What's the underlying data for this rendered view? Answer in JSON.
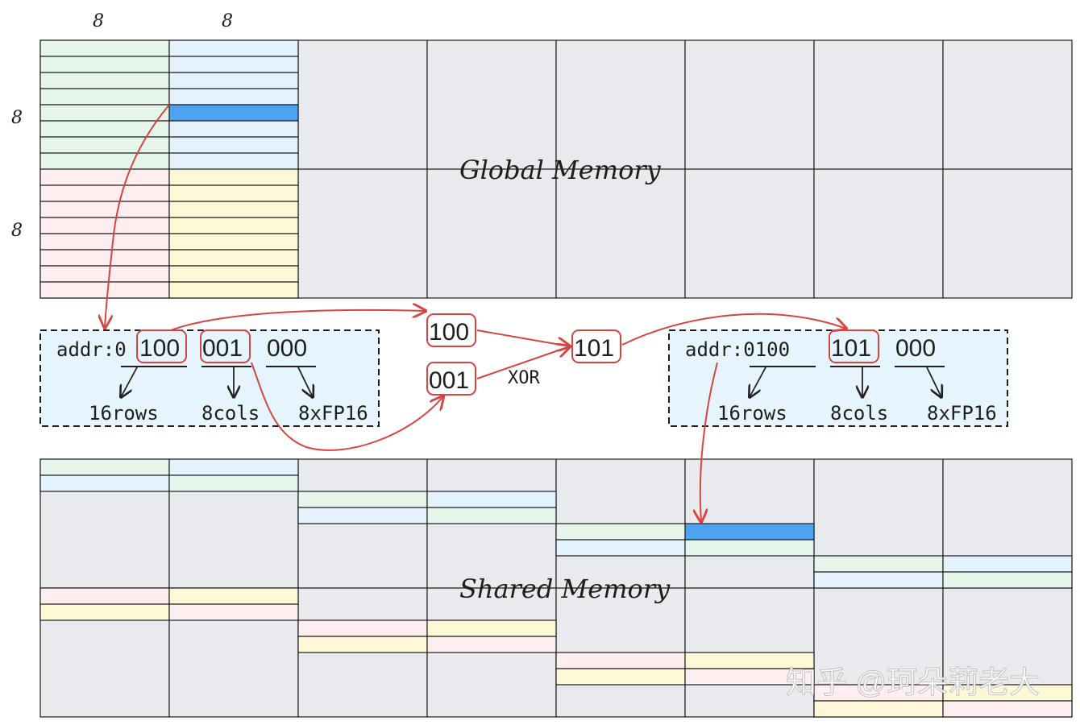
{
  "dimension_labels": {
    "top_col1": "8",
    "top_col2": "8",
    "left_row1": "8",
    "left_row2": "8"
  },
  "global_memory": {
    "title": "Global Memory"
  },
  "shared_memory": {
    "title": "Shared Memory"
  },
  "address_left": {
    "prefix": "addr:0",
    "row_bits": "100",
    "col_bits": "001",
    "elem_bits": "000",
    "row_label": "16rows",
    "col_label": "8cols",
    "elem_label": "8xFP16"
  },
  "address_right": {
    "prefix": "addr:0100",
    "col_bits": "101",
    "elem_bits": "000",
    "row_label": "16rows",
    "col_label": "8cols",
    "elem_label": "8xFP16"
  },
  "xor": {
    "input_a": "100",
    "input_b": "001",
    "output": "101",
    "op_label": "XOR"
  },
  "watermark": "知乎 @珂朵莉老大",
  "colors": {
    "grid_fill": "#e8eaed",
    "green": "#e6f5e9",
    "blue": "#e3f2fd",
    "pink": "#ffeef0",
    "yellow": "#fff8d6",
    "highlight": "#4da3f0",
    "arrow_red": "#d64541",
    "address_box_fill": "#e6f4fd"
  }
}
